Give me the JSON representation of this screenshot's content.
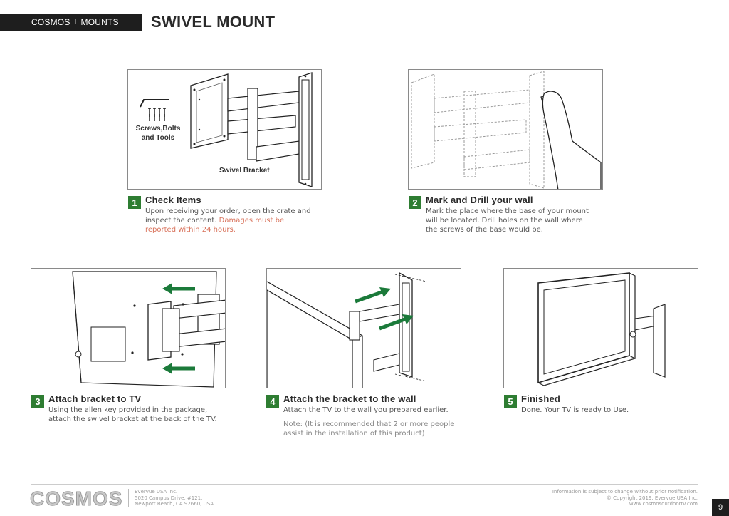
{
  "header": {
    "brand": "COSMOS",
    "separator": "I",
    "section": "MOUNTS",
    "title": "SWIVEL MOUNT"
  },
  "panel1": {
    "tools_label_line1": "Screws,Bolts",
    "tools_label_line2": "and Tools",
    "bracket_label": "Swivel Bracket"
  },
  "steps": [
    {
      "number": "1",
      "title": "Check Items",
      "body_line1": "Upon receiving your order, open the crate and",
      "body_line2": "inspect the content.",
      "warning_line1": "Damages must be",
      "warning_line2": "reported within 24 hours."
    },
    {
      "number": "2",
      "title": "Mark and Drill your wall",
      "body_line1": "Mark the place where the base of your mount",
      "body_line2": "will be located. Drill holes on the wall where",
      "body_line3": "the screws of the base would be."
    },
    {
      "number": "3",
      "title": "Attach bracket to TV",
      "body_line1": "Using the allen key provided in the package,",
      "body_line2": "attach the swivel bracket at the back of the TV."
    },
    {
      "number": "4",
      "title": "Attach the bracket to the wall",
      "body_line1": "Attach the TV to the wall you prepared earlier.",
      "note_line1": "Note: (It is recommended that 2 or more people",
      "note_line2": "assist in the installation of this product)"
    },
    {
      "number": "5",
      "title": "Finished",
      "body_line1": "Done. Your TV is ready to Use."
    }
  ],
  "footer": {
    "logo": "COSMOS",
    "company": "Evervue USA Inc.",
    "address_line1": "5020 Campus Drive, #121,",
    "address_line2": "Newport Beach, CA 92660, USA",
    "legal_line1": "Information is subject to change without prior notification.",
    "legal_line2": "© Copyright 2019. Evervue USA Inc.",
    "website": "www.cosmosoutdoortv.com",
    "page_number": "9"
  },
  "colors": {
    "step_badge": "#2e7d32",
    "warning_text": "#d9735c",
    "header_bar": "#1e1e1e",
    "arrow_green": "#1b7a3a"
  }
}
